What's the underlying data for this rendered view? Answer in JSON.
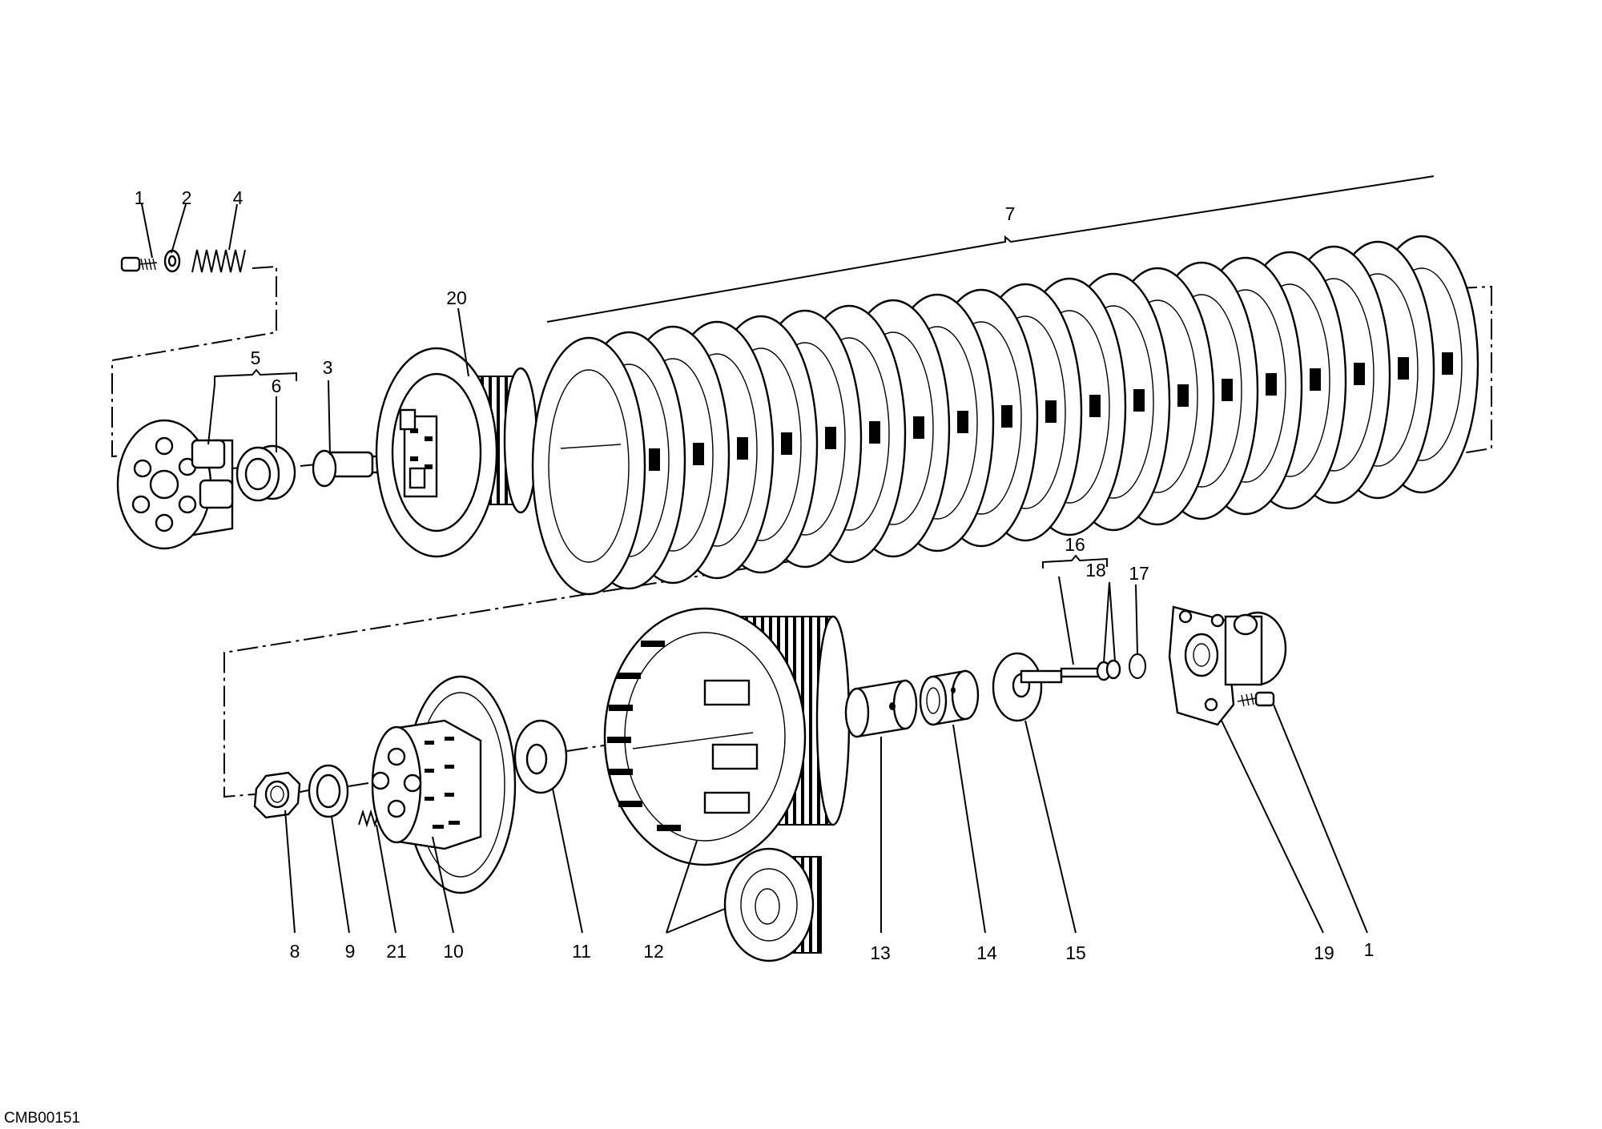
{
  "diagram": {
    "code": "CMB00151",
    "callouts": [
      "1",
      "2",
      "4",
      "5",
      "6",
      "3",
      "20",
      "7",
      "16",
      "18",
      "17",
      "8",
      "9",
      "21",
      "10",
      "11",
      "12",
      "13",
      "14",
      "15",
      "19",
      "1"
    ]
  }
}
